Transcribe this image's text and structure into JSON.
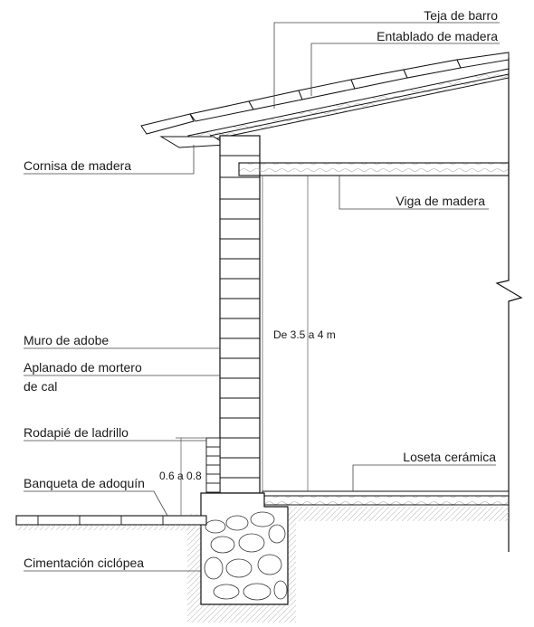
{
  "labels": {
    "teja": "Teja de barro",
    "entablado": "Entablado de madera",
    "cornisa": "Cornisa de madera",
    "viga": "Viga de madera",
    "muro": "Muro de adobe",
    "aplanado_1": "Aplanado de mortero",
    "aplanado_2": "de cal",
    "rodapie": "Rodapié de ladrillo",
    "banqueta": "Banqueta de adoquín",
    "cimentacion": "Cimentación ciclópea",
    "loseta": "Loseta cerámica"
  },
  "dimensions": {
    "rodapie_height": "0.6 a 0.8",
    "wall_height": "De 3.5 a 4 m"
  }
}
